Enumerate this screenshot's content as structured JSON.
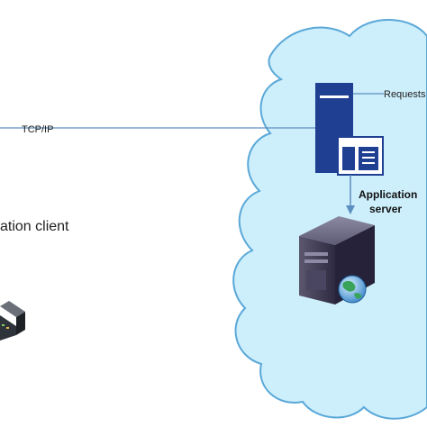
{
  "connection": {
    "protocol_label": "TCP/IP"
  },
  "client": {
    "label": "ation client"
  },
  "requests": {
    "label": "Requests"
  },
  "server": {
    "label_line1": "Application",
    "label_line2": "server"
  },
  "colors": {
    "cloud_fill": "#cdeefb",
    "cloud_stroke": "#5aa8d8",
    "connector": "#5b8fbf",
    "server_blue": "#1f3f92",
    "tower_dark": "#3b3650",
    "globe_green": "#3aa35a"
  },
  "icons": [
    "network-device-icon",
    "request-queue-icon",
    "server-tower-icon",
    "globe-icon"
  ]
}
